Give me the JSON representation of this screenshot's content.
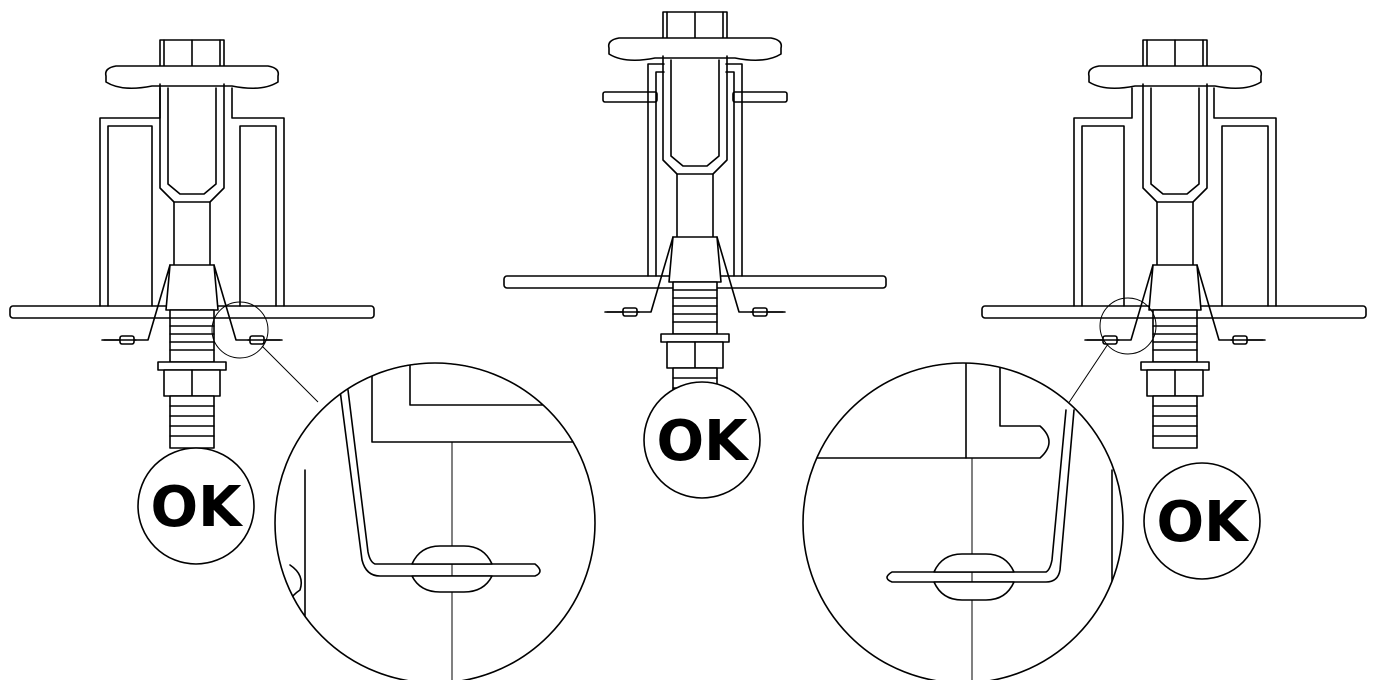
{
  "figure": {
    "background": "#ffffff",
    "line_color": "#000000",
    "assemblies": [
      {
        "id": "left",
        "badge": "OK",
        "detail": "magnified-washer-left"
      },
      {
        "id": "center",
        "badge": "OK",
        "detail": "none"
      },
      {
        "id": "right",
        "badge": "OK",
        "detail": "magnified-washer-right"
      }
    ]
  }
}
